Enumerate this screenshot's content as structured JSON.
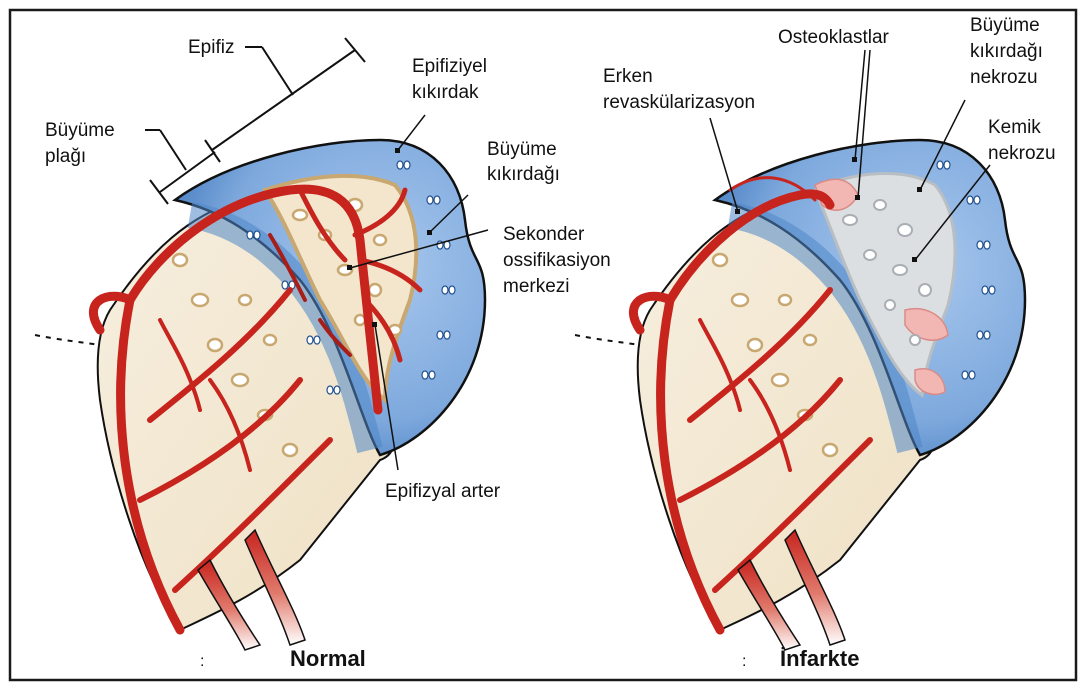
{
  "colors": {
    "frame": "#1a1a1a",
    "cartilage_blue": "#8fb7e6",
    "cartilage_blue_dark": "#4f86c6",
    "bone_cream": "#f4ead7",
    "trabecula_tan": "#c8a870",
    "artery_red": "#c7241e",
    "artery_dark": "#8b1512",
    "necrosis_gray": "#d9dde0",
    "osteoclast_pink": "#f2b6b3",
    "outline": "#111111"
  },
  "panels": {
    "normal": {
      "caption": "Normal",
      "labels": {
        "epifiz": "Epifiz",
        "buyume_plagi_1": "Büyüme",
        "buyume_plagi_2": "plağı",
        "epifiziyel_kikirdak_1": "Epifiziyel",
        "epifiziyel_kikirdak_2": "kıkırdak",
        "buyume_kikirdagi_1": "Büyüme",
        "buyume_kikirdagi_2": "kıkırdağı",
        "sekonder_1": "Sekonder",
        "sekonder_2": "ossifikasiyon",
        "sekonder_3": "merkezi",
        "epifizyal_arter": "Epifizyal arter"
      }
    },
    "infarct": {
      "caption": "İnfarkte",
      "labels": {
        "osteoklastlar": "Osteoklastlar",
        "erken_1": "Erken",
        "erken_2": "revaskülarizasyon",
        "bk_nekrozu_1": "Büyüme",
        "bk_nekrozu_2": "kıkırdağı",
        "bk_nekrozu_3": "nekrozu",
        "kemik_nekrozu_1": "Kemik",
        "kemik_nekrozu_2": "nekrozu"
      }
    }
  }
}
